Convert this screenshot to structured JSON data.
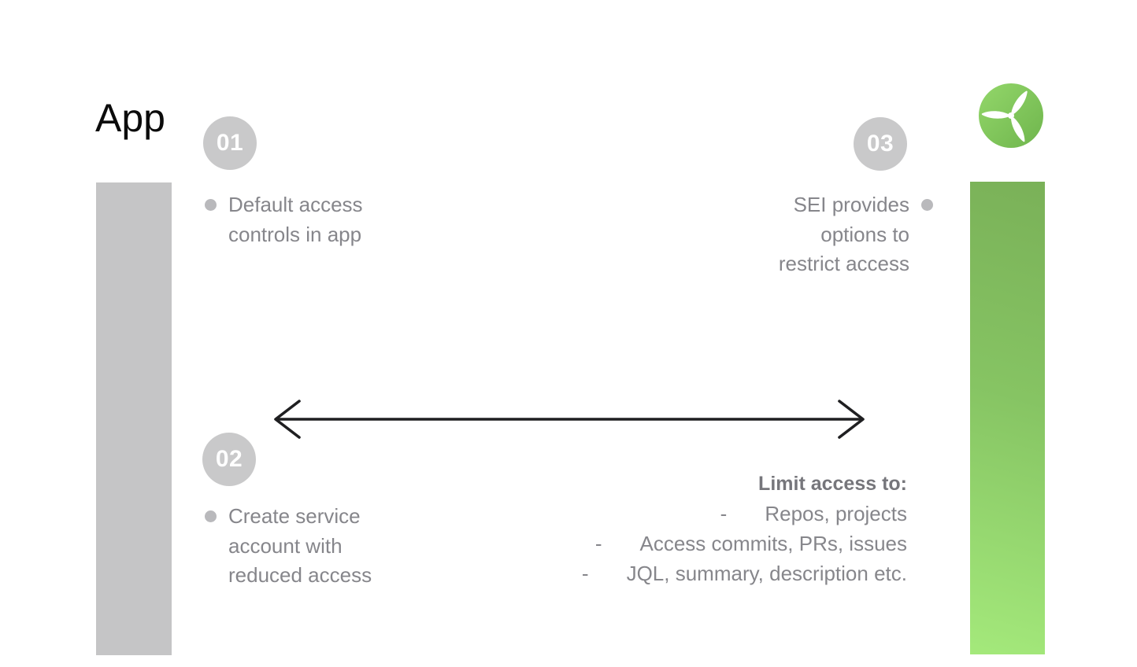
{
  "left_column": {
    "title": "App"
  },
  "steps": [
    {
      "number": "01",
      "lines": [
        "Default access",
        "controls in app"
      ]
    },
    {
      "number": "02",
      "lines": [
        "Create service",
        "account with",
        "reduced access"
      ]
    },
    {
      "number": "03",
      "lines": [
        "SEI provides",
        "options to",
        "restrict access"
      ]
    }
  ],
  "limit_section": {
    "heading": "Limit access to:",
    "dash": "-",
    "items": [
      "Repos, projects",
      "Access commits, PRs, issues",
      "JQL, summary, description etc."
    ]
  },
  "icons": {
    "logo": "sei-propeller-logo",
    "arrow": "double-headed-arrow",
    "bullet": "dot-bullet"
  },
  "colors": {
    "background": "#ffffff",
    "title_text": "#0b0b0b",
    "gray_bar": "#c5c5c6",
    "badge_background": "#c9c9ca",
    "badge_text": "#fefefe",
    "bullet_dot": "#b9b9bc",
    "body_text": "#86868b",
    "limit_heading_text": "#76767b",
    "arrow_stroke": "#1f1f21",
    "green_bar_top": "#7ab158",
    "green_bar_bottom": "#a4e97b",
    "logo_green_light": "#93d76a",
    "logo_green_dark": "#6fb54d"
  }
}
